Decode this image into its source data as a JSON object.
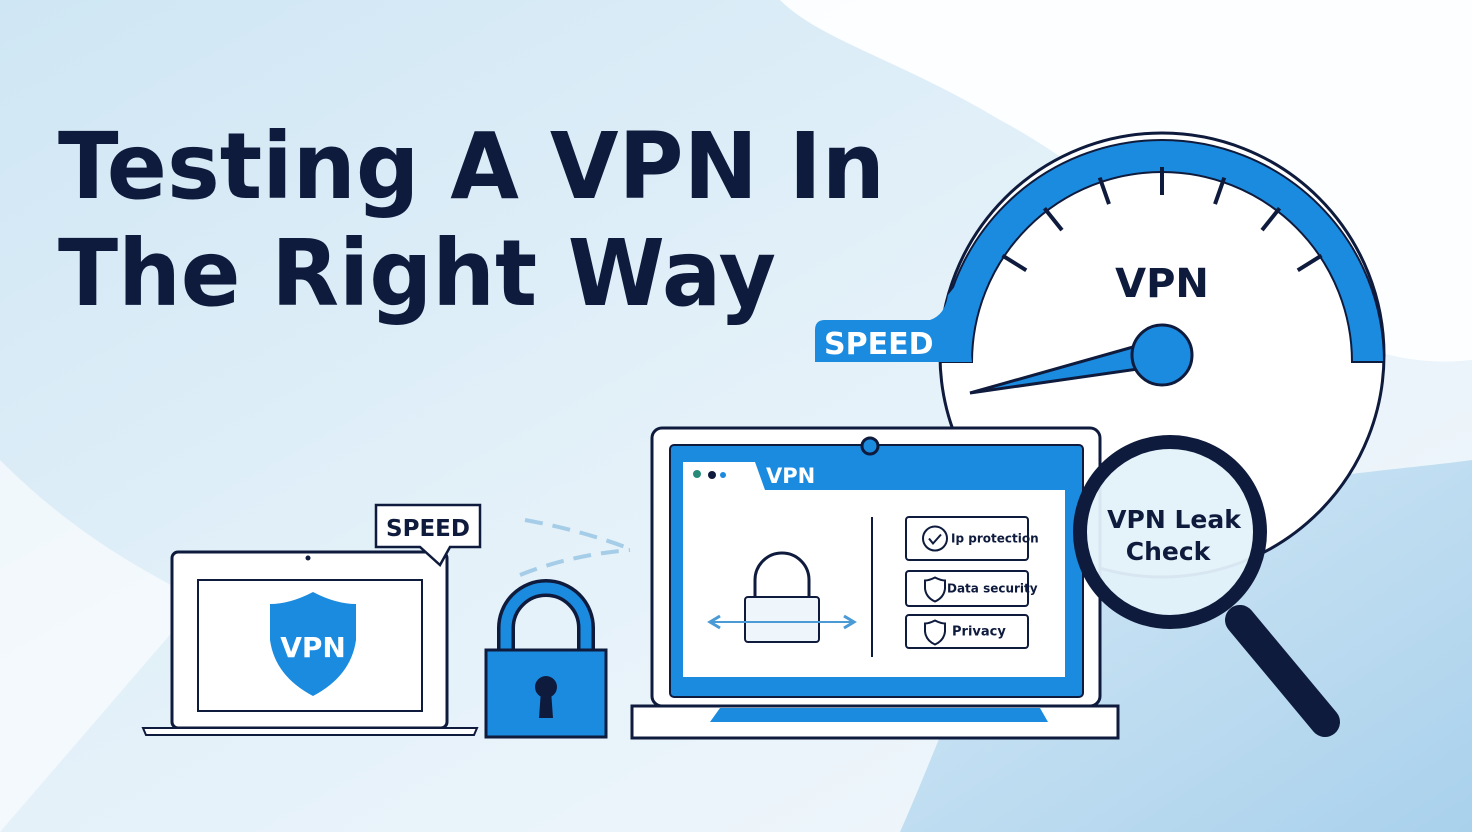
{
  "headline": {
    "line1": "Testing A VPN In",
    "line2": "The Right Way"
  },
  "gauge": {
    "label": "VPN",
    "tab_label": "SPEED"
  },
  "main_laptop": {
    "window_title": "VPN",
    "features": [
      {
        "label": "Ip protection",
        "icon": "check-circle-icon"
      },
      {
        "label": "Data security",
        "icon": "shield-icon"
      },
      {
        "label": "Privacy",
        "icon": "shield-icon"
      }
    ]
  },
  "magnifier": {
    "line1": "VPN Leak",
    "line2": "Check"
  },
  "small_laptop": {
    "shield_label": "VPN",
    "bubble_label": "SPEED"
  },
  "colors": {
    "accent": "#1b8be0",
    "dark": "#0f1b3d",
    "bg_light": "#d9ecf7"
  }
}
